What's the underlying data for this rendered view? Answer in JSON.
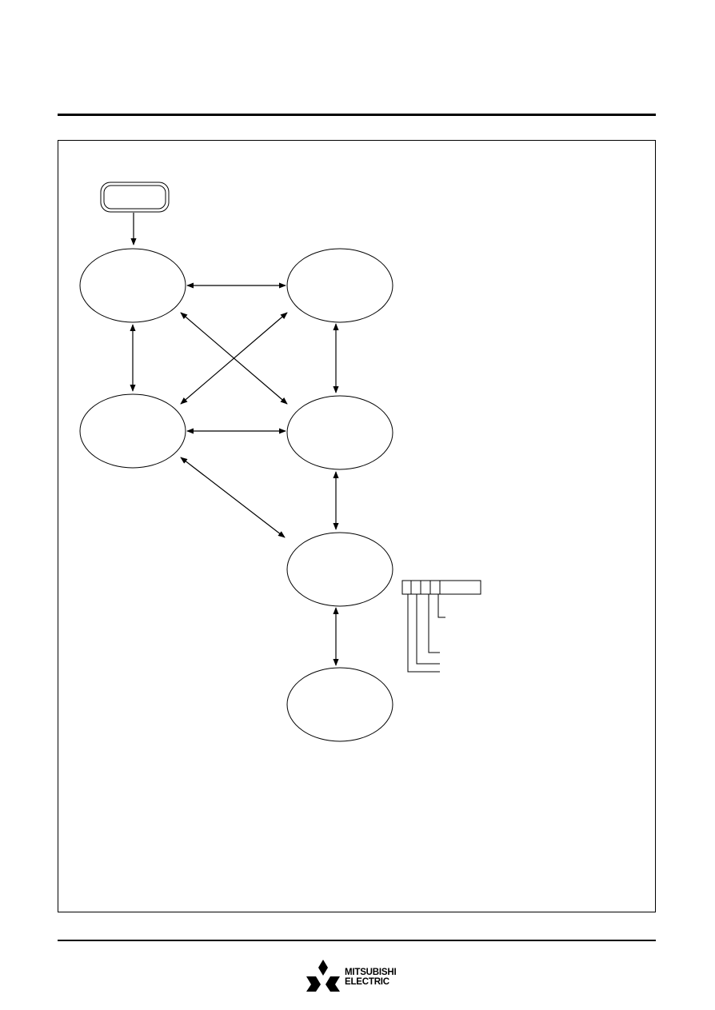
{
  "brand": {
    "line1": "MITSUBISHI",
    "line2": "ELECTRIC",
    "logo_icon": "three-diamonds-icon",
    "color": "#000000"
  },
  "diagram": {
    "start_box_label": "",
    "states": [
      {
        "id": "state-1",
        "label": ""
      },
      {
        "id": "state-2",
        "label": ""
      },
      {
        "id": "state-3",
        "label": ""
      },
      {
        "id": "state-4",
        "label": ""
      },
      {
        "id": "state-5",
        "label": ""
      },
      {
        "id": "state-6",
        "label": ""
      }
    ],
    "transitions": [
      {
        "from": "start",
        "to": "state-1",
        "type": "one-way"
      },
      {
        "from": "state-1",
        "to": "state-2",
        "type": "two-way"
      },
      {
        "from": "state-1",
        "to": "state-3",
        "type": "two-way"
      },
      {
        "from": "state-1",
        "to": "state-4",
        "type": "two-way"
      },
      {
        "from": "state-2",
        "to": "state-3",
        "type": "two-way"
      },
      {
        "from": "state-2",
        "to": "state-4",
        "type": "two-way"
      },
      {
        "from": "state-3",
        "to": "state-4",
        "type": "two-way"
      },
      {
        "from": "state-3",
        "to": "state-5",
        "type": "two-way"
      },
      {
        "from": "state-4",
        "to": "state-5",
        "type": "two-way"
      },
      {
        "from": "state-5",
        "to": "state-6",
        "type": "two-way"
      }
    ],
    "register_bits_label": ""
  }
}
